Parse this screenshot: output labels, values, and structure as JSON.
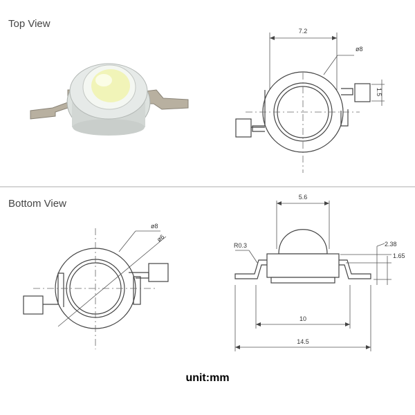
{
  "sections": {
    "top_title": "Top View",
    "bottom_title": "Bottom View"
  },
  "dimensions": {
    "top_width": "7.2",
    "top_diameter": "ø8",
    "top_pad": "1.5",
    "bottom_diameter_outer": "ø8",
    "bottom_diameter_inner": "ø6",
    "side_lens_width": "5.6",
    "side_radius": "R0.3",
    "side_height_total": "2.38",
    "side_height_body": "1.65",
    "side_inner_width": "10",
    "side_total_width": "14.5"
  },
  "footer": {
    "unit": "unit:mm"
  },
  "colors": {
    "line": "#444444",
    "lens": "#f2f5c8",
    "body": "#d9dedd",
    "separator": "#c8c8c8"
  }
}
